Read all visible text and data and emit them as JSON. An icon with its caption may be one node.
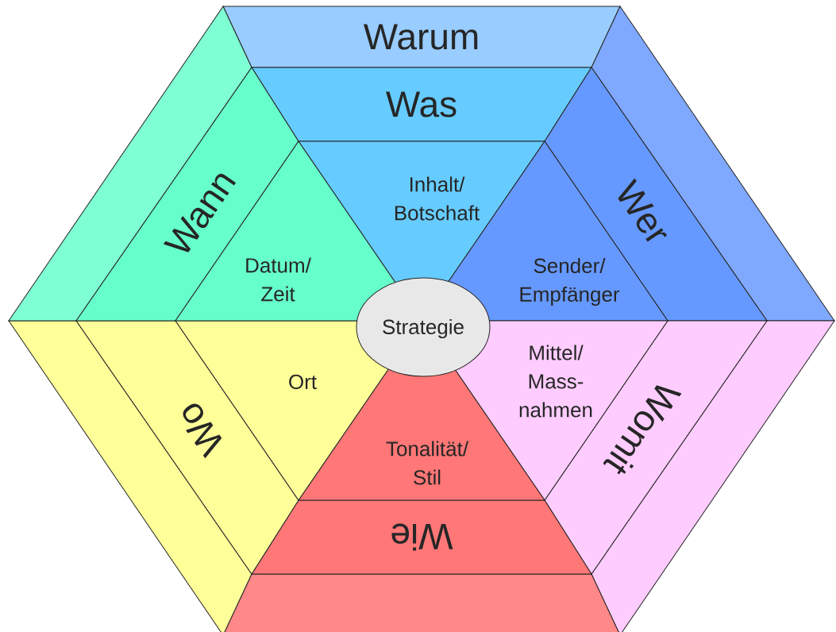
{
  "diagram": {
    "nodes": [
      {
        "text": [
          "Warum"
        ]
      },
      {
        "text": [],
        "shape": "trapezoid"
      },
      {
        "text": [],
        "shape": "trapezoid"
      },
      {
        "text": [],
        "shape": "trapezoid"
      },
      {
        "text": [],
        "shape": "trapezoid"
      },
      {
        "text": [],
        "shape": "trapezoid"
      },
      {
        "text": [
          "Was"
        ]
      },
      {
        "text": [
          "Wer"
        ]
      },
      {
        "text": [
          "Womit"
        ]
      },
      {
        "text": [
          "Wie"
        ]
      },
      {
        "text": [
          "Wo"
        ]
      },
      {
        "text": [
          "Wann"
        ]
      },
      {
        "text": [
          "Inhalt/ Botschaft"
        ]
      },
      {
        "text": [
          "Sender/ Empfänger"
        ]
      },
      {
        "text": [
          "Mittel/ Mass- nahmen"
        ]
      },
      {
        "text": [
          "Tonalität/ Stil"
        ]
      },
      {
        "text": [
          "Ort"
        ]
      },
      {
        "text": [
          "Datum/ Zeit"
        ]
      },
      {
        "text": [
          "Strategie"
        ]
      }
    ]
  }
}
